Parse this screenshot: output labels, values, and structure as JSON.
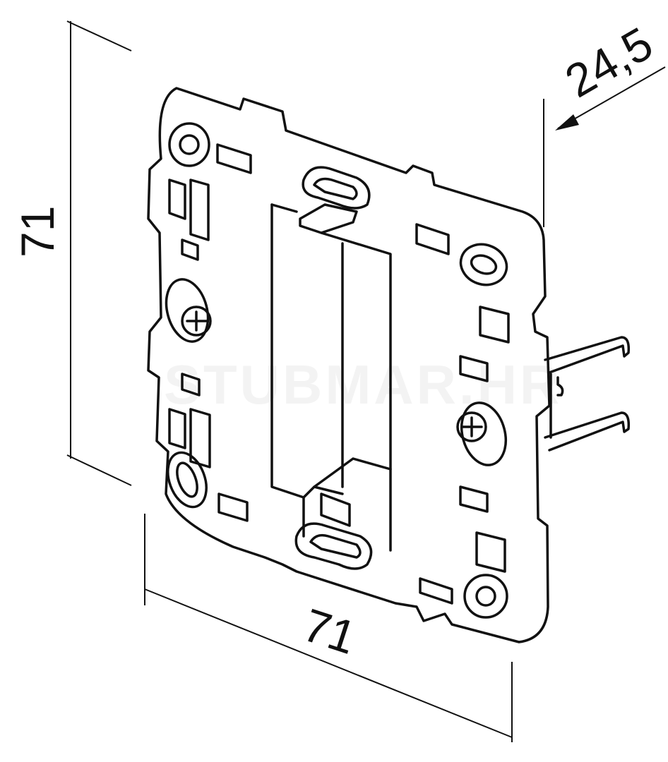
{
  "drawing": {
    "title": "mounting-frame",
    "dimensions": {
      "height": "71",
      "width": "71",
      "depth": "24,5"
    },
    "watermark": "STUBMAR.HR"
  }
}
